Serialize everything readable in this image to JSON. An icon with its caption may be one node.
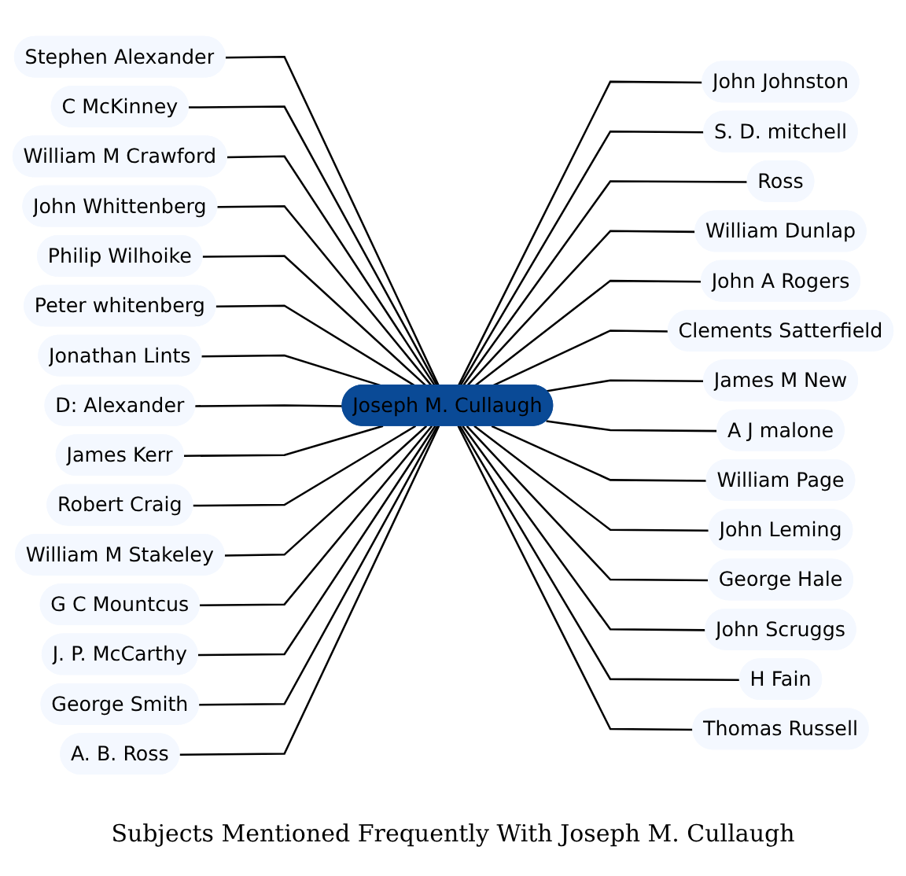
{
  "diagram": {
    "title": "Subjects Mentioned Frequently With Joseph M. Cullaugh",
    "nodes": [
      {
        "text": [
          "Joseph M. Cullaugh"
        ]
      },
      {
        "text": [
          "Stephen Alexander"
        ]
      },
      {
        "text": [
          "John Johnston"
        ]
      },
      {
        "text": [
          "S. D. mitchell"
        ]
      },
      {
        "text": [
          "C McKinney"
        ]
      },
      {
        "text": [
          "William M Crawford"
        ]
      },
      {
        "text": [
          "Ross"
        ]
      },
      {
        "text": [
          "William Dunlap"
        ]
      },
      {
        "text": [
          "John Whittenberg"
        ]
      },
      {
        "text": [
          "Philip Wilhoike"
        ]
      },
      {
        "text": [
          "Peter whitenberg"
        ]
      },
      {
        "text": [
          "John A Rogers"
        ]
      },
      {
        "text": [
          "Jonathan Lints"
        ]
      },
      {
        "text": [
          "Clements Satterfield"
        ]
      },
      {
        "text": [
          "James M New"
        ]
      },
      {
        "text": [
          "D: Alexander"
        ]
      },
      {
        "text": [
          "James Kerr"
        ]
      },
      {
        "text": [
          "A J malone"
        ]
      },
      {
        "text": [
          "William Page"
        ]
      },
      {
        "text": [
          "Robert Craig"
        ]
      },
      {
        "text": [
          "William M Stakeley"
        ]
      },
      {
        "text": [
          "John Leming"
        ]
      },
      {
        "text": [
          "George Hale"
        ]
      },
      {
        "text": [
          "G C Mountcus"
        ]
      },
      {
        "text": [
          "J. P. McCarthy"
        ]
      },
      {
        "text": [
          "John Scruggs"
        ]
      },
      {
        "text": [
          "George Smith"
        ]
      },
      {
        "text": [
          "H Fain"
        ]
      },
      {
        "text": [
          "A. B. Ross"
        ]
      },
      {
        "text": [
          "Thomas Russell"
        ]
      }
    ],
    "edges": [
      {
        "from": 1,
        "to": 0,
        "arrow": "none"
      },
      {
        "from": 0,
        "to": 2,
        "arrow": "none"
      },
      {
        "from": 0,
        "to": 3,
        "arrow": "none"
      },
      {
        "from": 4,
        "to": 0,
        "arrow": "none"
      },
      {
        "from": 5,
        "to": 0,
        "arrow": "none"
      },
      {
        "from": 0,
        "to": 6,
        "arrow": "none"
      },
      {
        "from": 0,
        "to": 7,
        "arrow": "none"
      },
      {
        "from": 8,
        "to": 0,
        "arrow": "none"
      },
      {
        "from": 9,
        "to": 0,
        "arrow": "none"
      },
      {
        "from": 10,
        "to": 0,
        "arrow": "none"
      },
      {
        "from": 0,
        "to": 11,
        "arrow": "none"
      },
      {
        "from": 12,
        "to": 0,
        "arrow": "none"
      },
      {
        "from": 0,
        "to": 13,
        "arrow": "none"
      },
      {
        "from": 0,
        "to": 14,
        "arrow": "none"
      },
      {
        "from": 15,
        "to": 0,
        "arrow": "none"
      },
      {
        "from": 16,
        "to": 0,
        "arrow": "none"
      },
      {
        "from": 0,
        "to": 17,
        "arrow": "none"
      },
      {
        "from": 0,
        "to": 18,
        "arrow": "none"
      },
      {
        "from": 19,
        "to": 0,
        "arrow": "none"
      },
      {
        "from": 20,
        "to": 0,
        "arrow": "none"
      },
      {
        "from": 0,
        "to": 21,
        "arrow": "none"
      },
      {
        "from": 0,
        "to": 22,
        "arrow": "none"
      },
      {
        "from": 23,
        "to": 0,
        "arrow": "none"
      },
      {
        "from": 24,
        "to": 0,
        "arrow": "none"
      },
      {
        "from": 0,
        "to": 25,
        "arrow": "none"
      },
      {
        "from": 26,
        "to": 0,
        "arrow": "none"
      },
      {
        "from": 0,
        "to": 27,
        "arrow": "none"
      },
      {
        "from": 28,
        "to": 0,
        "arrow": "none"
      },
      {
        "from": 0,
        "to": 29,
        "arrow": "none"
      }
    ]
  }
}
